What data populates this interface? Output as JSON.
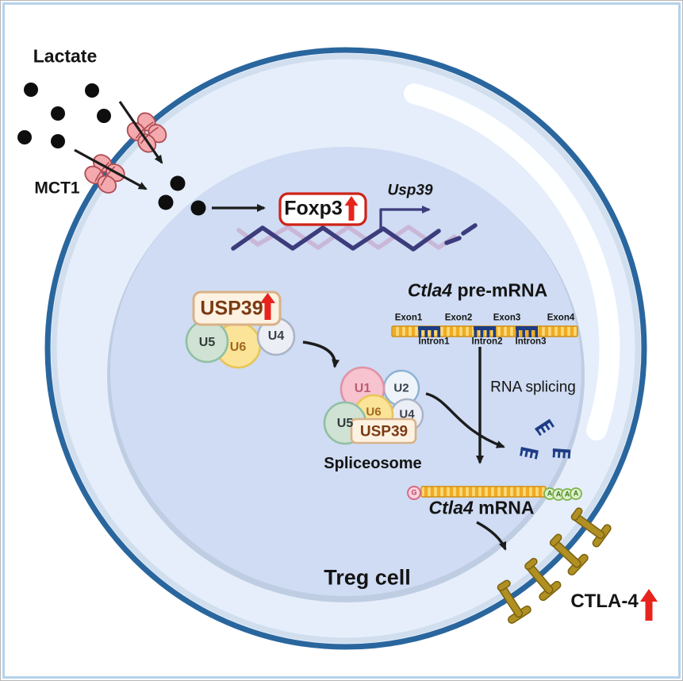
{
  "figure": {
    "cell_label": "Treg cell",
    "extracellular": {
      "lactate_label": "Lactate",
      "transporter_label": "MCT1"
    },
    "nucleus_region": {
      "foxp3_label": "Foxp3",
      "usp39_gene_label": "Usp39"
    },
    "usp39_complex": {
      "box_label": "USP39",
      "subunits": [
        "U5",
        "U6",
        "U4"
      ]
    },
    "spliceosome": {
      "title": "Spliceosome",
      "box_label": "USP39",
      "subunits": [
        "U1",
        "U2",
        "U5",
        "U6",
        "U4"
      ]
    },
    "pre_mrna": {
      "gene": "Ctla4",
      "suffix": " pre-mRNA",
      "exons": [
        "Exon1",
        "Exon2",
        "Exon3",
        "Exon4"
      ],
      "introns": [
        "Intron1",
        "Intron2",
        "Intron3"
      ]
    },
    "splicing": {
      "label": "RNA splicing"
    },
    "mrna": {
      "gene": "Ctla4",
      "suffix": " mRNA",
      "cap": "G",
      "poly_a": [
        "A",
        "A",
        "A",
        "A"
      ]
    },
    "receptor": {
      "label": "CTLA-4"
    },
    "colors": {
      "cell_border": "#2a669e",
      "cytoplasm": "#cfdcf3",
      "membrane_ring": "#e5eefa",
      "up_arrow_red": "#e8231d",
      "rna_gold": "#efab25",
      "intron_navy": "#1d3c85",
      "transporter_pink": "#f3a9ad",
      "receptor_gold": "#b08f23",
      "dna_dark": "#3c3c7c",
      "dna_light": "#c9b7d8"
    }
  }
}
